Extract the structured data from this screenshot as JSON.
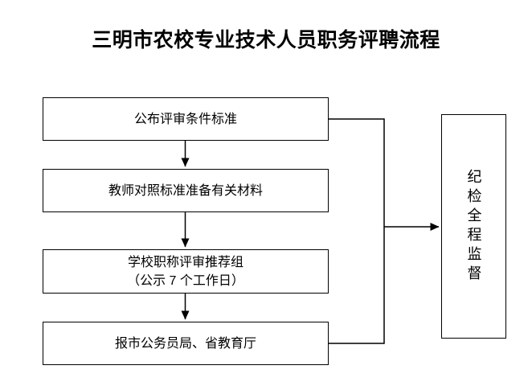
{
  "title": "三明市农校专业技术人员职务评聘流程",
  "flow": {
    "nodes": [
      {
        "id": "publish-standards",
        "label": "公布评审条件标准"
      },
      {
        "id": "prepare-materials",
        "label": "教师对照标准准备有关材料"
      },
      {
        "id": "school-review-group",
        "label": "学校职称评审推荐组",
        "label2": "（公示 7 个工作日）"
      },
      {
        "id": "report-bureaus",
        "label": "报市公务员局、省教育厅"
      }
    ],
    "side_node": {
      "id": "discipline-supervision",
      "label": "纪检全程监督"
    },
    "edges": [
      {
        "from": "publish-standards",
        "to": "prepare-materials",
        "type": "arrow-down"
      },
      {
        "from": "prepare-materials",
        "to": "school-review-group",
        "type": "arrow-down"
      },
      {
        "from": "school-review-group",
        "to": "report-bureaus",
        "type": "arrow-down"
      },
      {
        "from": "publish-standards",
        "to": "discipline-supervision",
        "type": "rail-right"
      },
      {
        "from": "report-bureaus",
        "to": "discipline-supervision",
        "type": "rail-right"
      }
    ]
  },
  "colors": {
    "background": "#ffffff",
    "line": "#000000",
    "text": "#000000"
  }
}
